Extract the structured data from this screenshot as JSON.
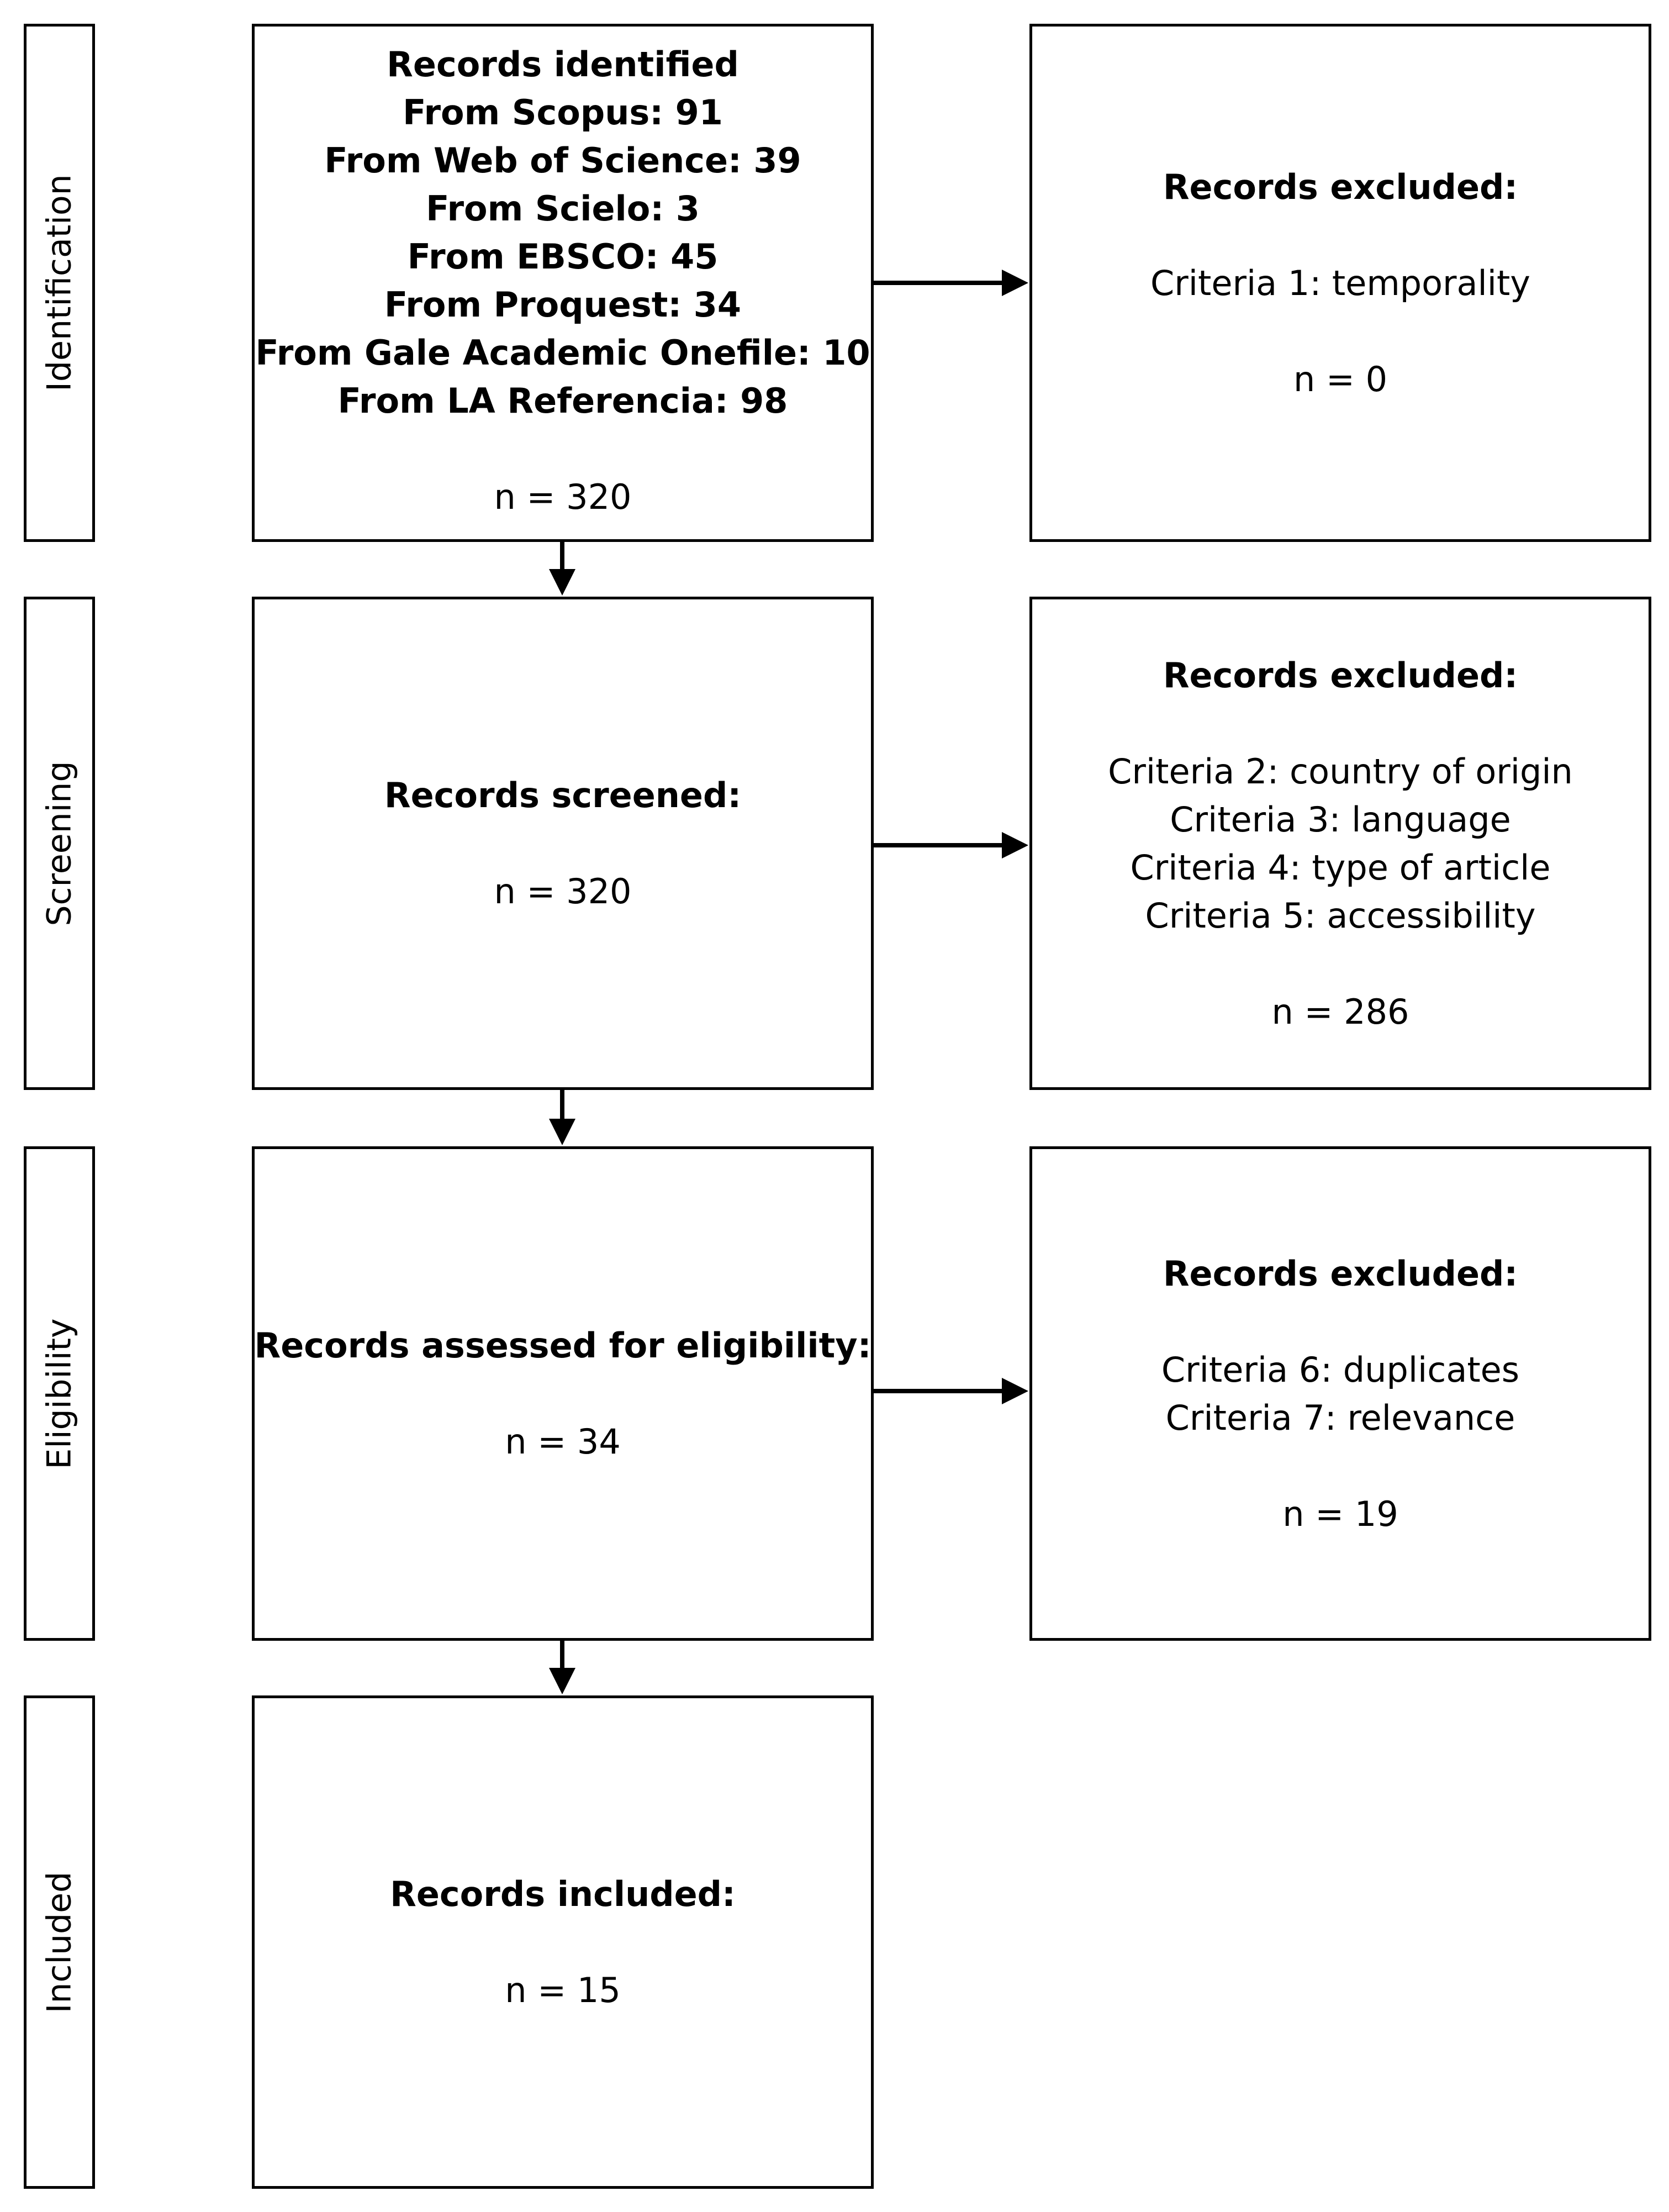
{
  "stages": [
    {
      "label": "Identification"
    },
    {
      "label": "Screening"
    },
    {
      "label": "Eligibility"
    },
    {
      "label": "Included"
    }
  ],
  "main": {
    "identified": {
      "title": "Records identified",
      "sources": [
        "From Scopus: 91",
        "From Web of Science: 39",
        "From Scielo: 3",
        "From EBSCO: 45",
        "From Proquest: 34",
        "From Gale Academic Onefile: 10",
        "From LA Referencia: 98"
      ],
      "count": "n = 320"
    },
    "screened": {
      "title": "Records screened:",
      "count": "n = 320"
    },
    "eligibility": {
      "title": "Records assessed for eligibility:",
      "count": "n = 34"
    },
    "included": {
      "title": "Records included:",
      "count": "n = 15"
    }
  },
  "excluded": [
    {
      "title": "Records excluded:",
      "criteria": [
        "Criteria 1: temporality"
      ],
      "count": "n = 0"
    },
    {
      "title": "Records excluded:",
      "criteria": [
        "Criteria 2: country of origin",
        "Criteria 3: language",
        "Criteria 4: type of article",
        "Criteria 5: accessibility"
      ],
      "count": "n = 286"
    },
    {
      "title": "Records excluded:",
      "criteria": [
        "Criteria 6: duplicates",
        "Criteria 7: relevance"
      ],
      "count": "n = 19"
    }
  ]
}
